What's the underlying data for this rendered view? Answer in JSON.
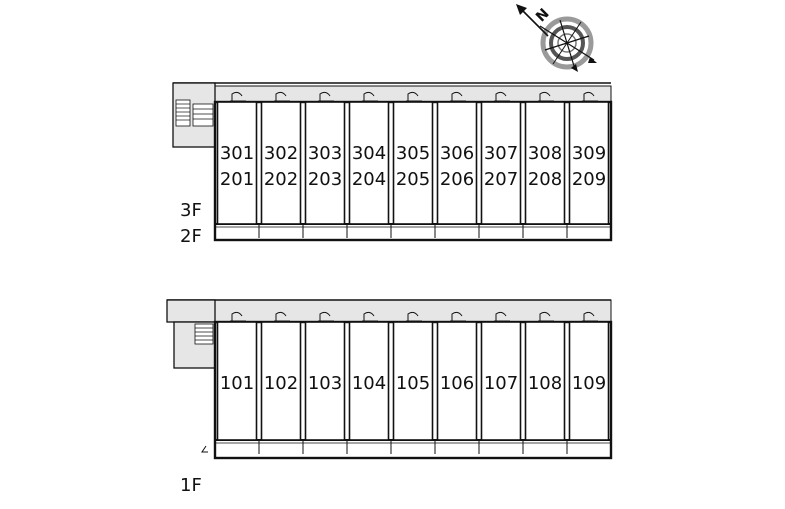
{
  "compass": {
    "north_label": "N",
    "icon": "compass-rose-icon"
  },
  "upper_building": {
    "floor_labels": [
      "3F",
      "2F"
    ],
    "units_top_row": [
      "301",
      "302",
      "303",
      "304",
      "305",
      "306",
      "307",
      "308",
      "309"
    ],
    "units_bottom_row": [
      "201",
      "202",
      "203",
      "204",
      "205",
      "206",
      "207",
      "208",
      "209"
    ]
  },
  "lower_building": {
    "floor_labels": [
      "1F"
    ],
    "units": [
      "101",
      "102",
      "103",
      "104",
      "105",
      "106",
      "107",
      "108",
      "109"
    ]
  },
  "colors": {
    "line": "#111111",
    "corridor": "#e6e6e6",
    "unit_fill": "#ffffff"
  }
}
